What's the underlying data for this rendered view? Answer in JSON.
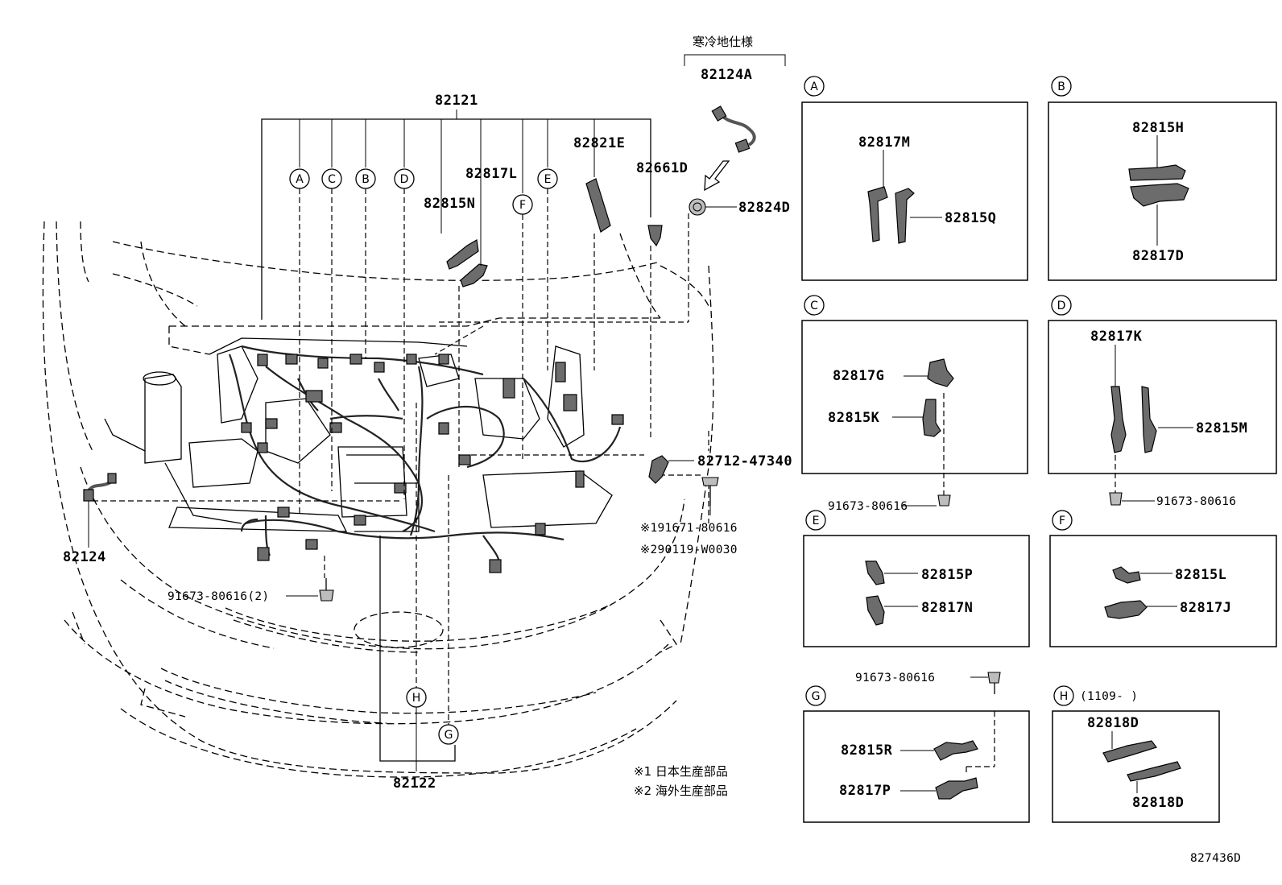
{
  "diagram_code": "827436D",
  "cold_spec": "寒冷地仕様",
  "main_labels": {
    "p82121": "82121",
    "p82124A": "82124A",
    "p82824D": "82824D",
    "p82821E": "82821E",
    "p82661D": "82661D",
    "p82817L": "82817L",
    "p82815N": "82815N",
    "p82712": "82712-47340",
    "p82124": "82124",
    "p82122": "82122",
    "bolt_2": "91673-80616(2)",
    "note1_part": "※191671-80616",
    "note2_part": "※290119-W0030"
  },
  "circle_letters": {
    "A": "A",
    "B": "B",
    "C": "C",
    "D": "D",
    "E": "E",
    "F": "F",
    "G": "G",
    "H": "H"
  },
  "notes": {
    "n1": "※1 日本生産部品",
    "n2": "※2 海外生産部品"
  },
  "detail_A": {
    "letter": "A",
    "p1": "82817M",
    "p2": "82815Q"
  },
  "detail_B": {
    "letter": "B",
    "p1": "82815H",
    "p2": "82817D"
  },
  "detail_C": {
    "letter": "C",
    "p1": "82817G",
    "p2": "82815K",
    "bolt": "91673-80616"
  },
  "detail_D": {
    "letter": "D",
    "p1": "82817K",
    "p2": "82815M",
    "bolt": "91673-80616"
  },
  "detail_E": {
    "letter": "E",
    "p1": "82815P",
    "p2": "82817N"
  },
  "detail_F": {
    "letter": "F",
    "p1": "82815L",
    "p2": "82817J"
  },
  "detail_G": {
    "letter": "G",
    "p1": "82815R",
    "p2": "82817P",
    "bolt": "91673-80616"
  },
  "detail_H": {
    "letter": "H",
    "date": "(1109-      )",
    "p1": "82818D",
    "p2": "82818D"
  }
}
